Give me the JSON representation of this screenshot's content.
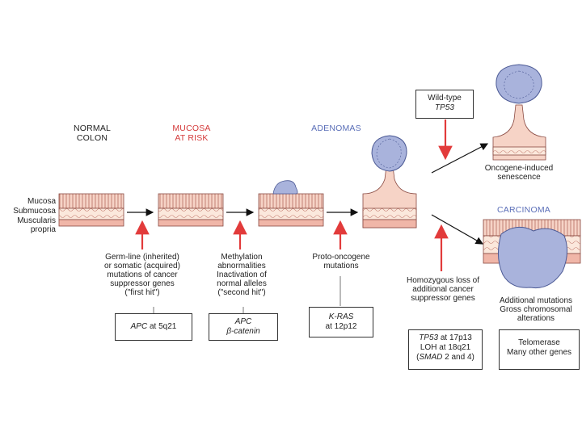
{
  "stages": {
    "normal": "NORMAL\nCOLON",
    "at_risk": "MUCOSA\nAT RISK",
    "adenomas": "ADENOMAS",
    "carcinoma": "CARCINOMA"
  },
  "layers": {
    "mucosa": "Mucosa",
    "submucosa": "Submucosa",
    "muscularis": "Muscularis\npropria"
  },
  "events": {
    "first_hit": "Germ-line (inherited)\nor somatic (acquired)\nmutations of cancer\nsuppressor genes\n(\"first hit\")",
    "second_hit": "Methylation\nabnormalities\nInactivation of\nnormal alleles\n(\"second hit\")",
    "proto": "Proto-oncogene\nmutations",
    "homozygous": "Homozygous loss of\nadditional cancer\nsuppressor genes",
    "senescence": "Oncogene-induced\nsenescence",
    "additional": "Additional mutations\nGross chromosomal\nalterations"
  },
  "boxes": {
    "apc5q": {
      "gene": "APC",
      "rest": " at 5q21"
    },
    "apc_beta": {
      "line1": "APC",
      "line2": "β-catenin"
    },
    "kras": {
      "line1": "K-RAS",
      "line2": "at 12p12"
    },
    "wildtype": {
      "line1": "Wild-type",
      "line2": "TP53"
    },
    "tp53": {
      "gene1": "TP53",
      "rest1": " at 17p13",
      "line2": "LOH at 18q21",
      "pre3": "(",
      "gene3": "SMAD",
      "rest3": " 2 and 4)"
    },
    "telomerase": {
      "line1": "Telomerase",
      "line2": "Many other genes"
    }
  },
  "colors": {
    "red_label": "#d43a3a",
    "blue_label": "#5b6fb8",
    "mucosa_pink": "#f2c3b8",
    "adenoma_blue": "#a9b3dc",
    "arrow_red": "#e23b3b"
  }
}
